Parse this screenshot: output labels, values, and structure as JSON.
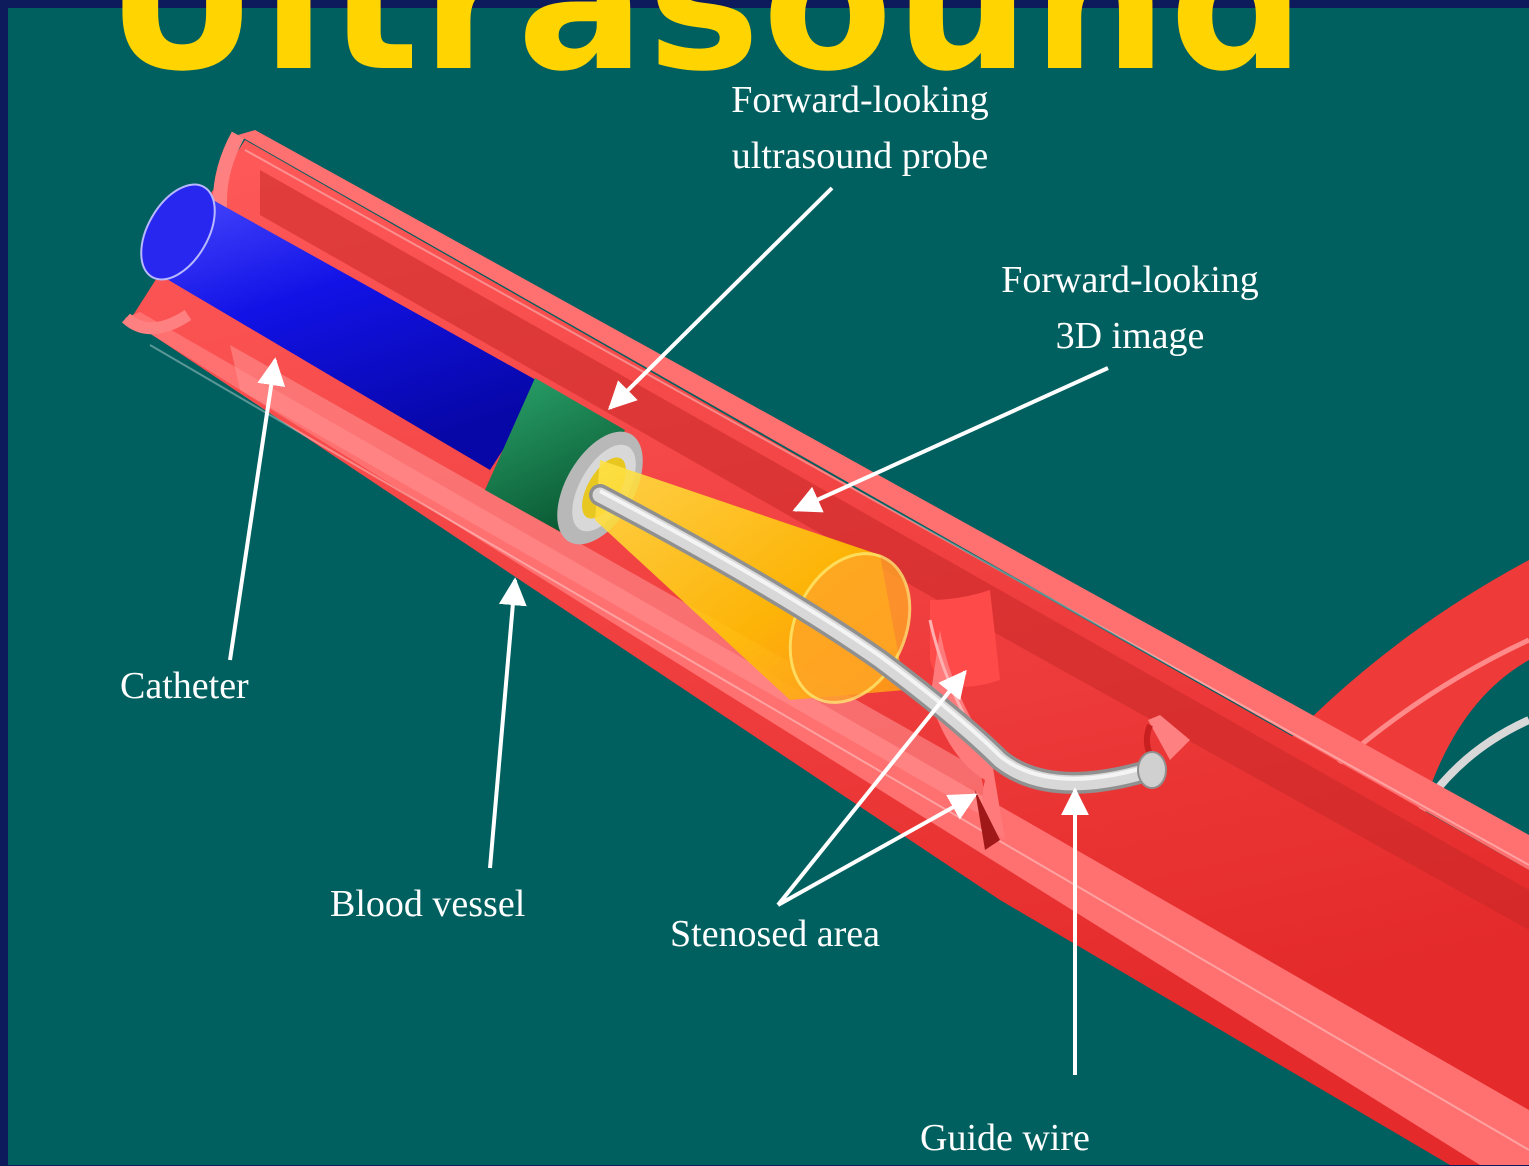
{
  "slide": {
    "title": "Ultrasound",
    "background_color": "#0d1a5c",
    "panel_color": "#005f5f",
    "title_color": "#ffd400"
  },
  "diagram": {
    "labels": {
      "probe": "Forward-looking\nultrasound probe",
      "image3d": "Forward-looking\n3D image",
      "catheter": "Catheter",
      "vessel": "Blood vessel",
      "stenosis": "Stenosed area",
      "guidewire": "Guide wire"
    },
    "colors": {
      "vessel": "#ef3a3a",
      "catheter": "#1010e0",
      "probe": "#0f7a48",
      "image_cone": "#ffcc00",
      "guide_wire": "#d6d6d6",
      "labels": "#ffffff"
    }
  }
}
